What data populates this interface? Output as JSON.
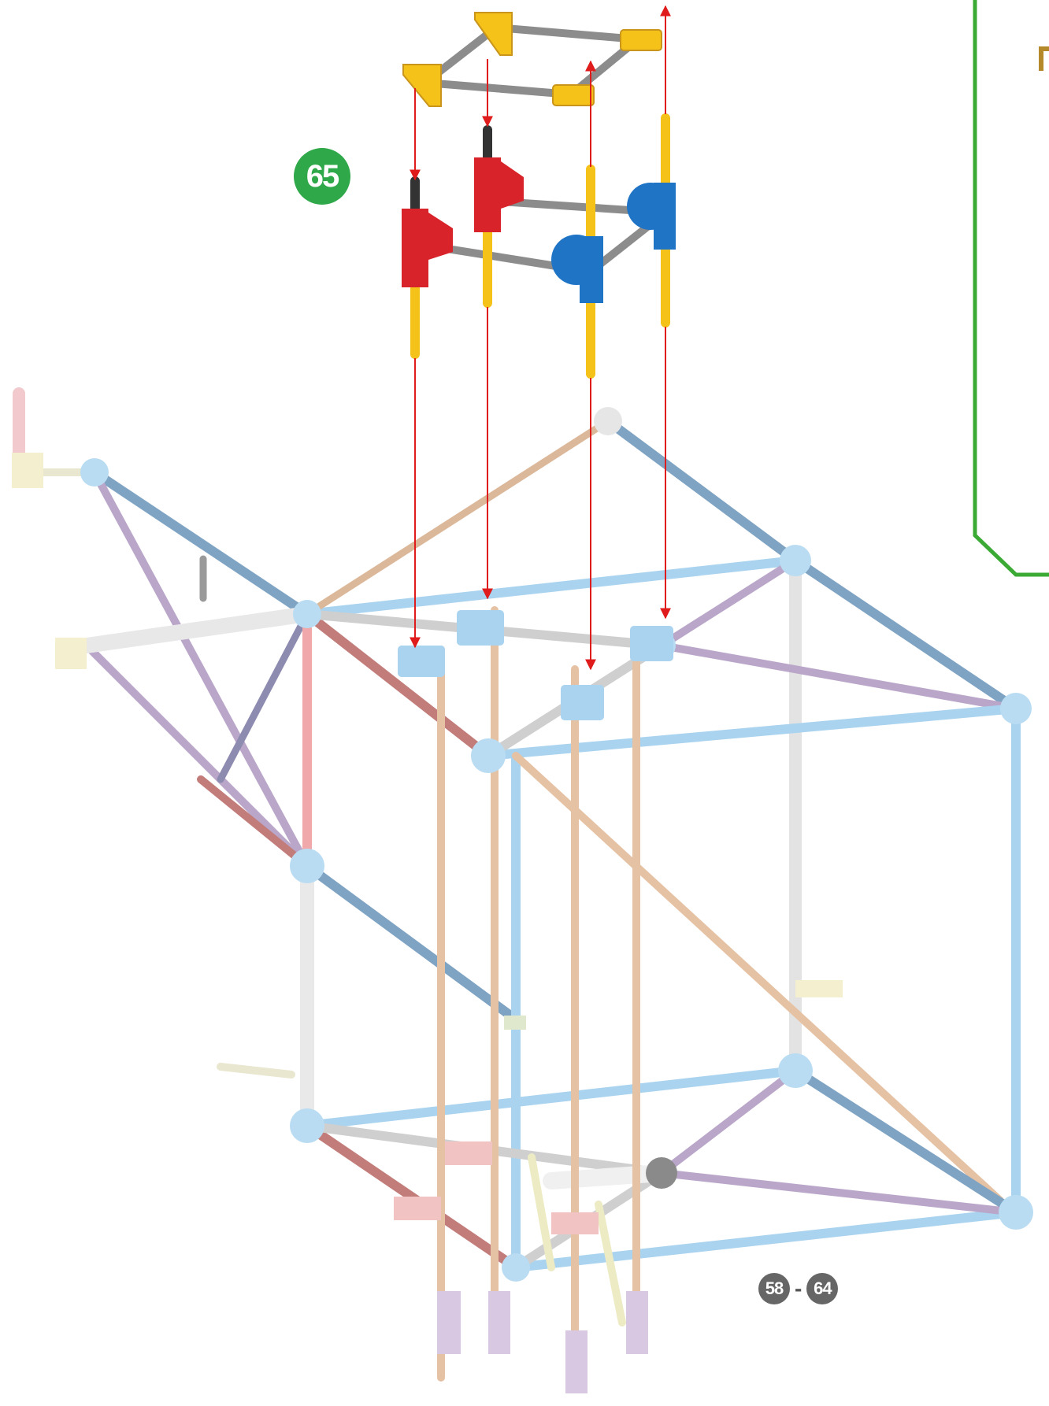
{
  "step": {
    "number": "65"
  },
  "previous_steps": {
    "from": "58",
    "separator": "-",
    "to": "64"
  },
  "colors": {
    "badge_green": "#2fa84a",
    "callout_green": "#3aaa35",
    "arrow_red": "#e01b1b",
    "yellow_part": "#f5c21a",
    "red_part": "#d8232a",
    "blue_part": "#1f74c6",
    "grey_rod": "#8c8c8c"
  },
  "icons": [
    "yellow-connector-icon",
    "red-connector-icon",
    "blue-connector-icon",
    "down-arrow-icon",
    "up-arrow-icon"
  ]
}
